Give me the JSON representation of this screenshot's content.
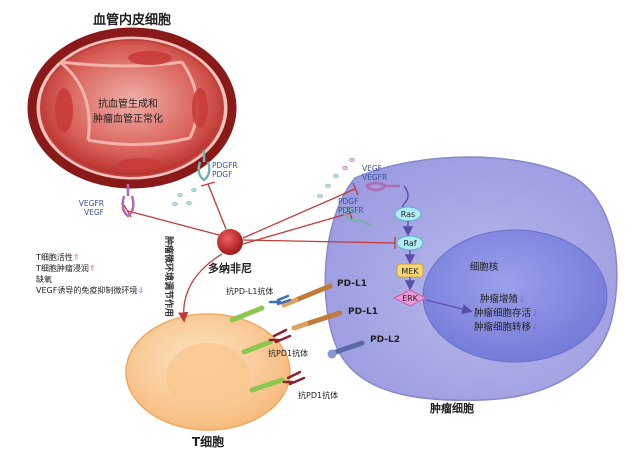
{
  "vessel": {
    "title": "血管内皮细胞",
    "effect_line1": "抗血管生成和",
    "effect_line2": "肿瘤血管正常化"
  },
  "drug": {
    "name": "多纳非尼"
  },
  "t_cell": {
    "title": "T细胞"
  },
  "tumor_cell": {
    "title": "肿瘤细胞",
    "nucleus_label": "细胞核"
  },
  "receptors": {
    "pdgfr_vessel": "PDGFR",
    "pdgf_vessel": "PDGF",
    "vegfr_vessel": "VEGFR",
    "vegf_vessel": "VEGF",
    "vegf_tumor": "VEGF",
    "vegfr_tumor": "VEGFR",
    "pdgf_tumor": "PDGF",
    "pdgfr_tumor": "PDGFR"
  },
  "signaling": {
    "ras": "Ras",
    "raf": "Raf",
    "mek": "MEK",
    "erk": "ERK"
  },
  "outcomes": {
    "proliferation": "肿瘤增殖",
    "survival": "肿瘤细胞存活",
    "metastasis": "肿瘤细胞转移",
    "arrow_down": "⇓",
    "colors": {
      "up": "#e0609c",
      "down": "#8a6bd0"
    }
  },
  "immune_effects": {
    "t_activity": "T细胞活性",
    "t_infiltration": "T细胞肿瘤浸润",
    "hypoxia": "缺氧",
    "vegf_suppression": "VEGF诱导的免疫抑制微环境",
    "arrow_up": "⇑",
    "arrow_down": "⇓"
  },
  "vertical_label": "肿瘤微环境调节作用",
  "checkpoint": {
    "anti_pdl1": "抗PD-L1抗体",
    "pdl1_a": "PD-L1",
    "pdl1_b": "PD-L1",
    "pdl2": "PD-L2",
    "anti_pd1_a": "抗PD1抗体",
    "anti_pd1_b": "抗PD1抗体"
  }
}
